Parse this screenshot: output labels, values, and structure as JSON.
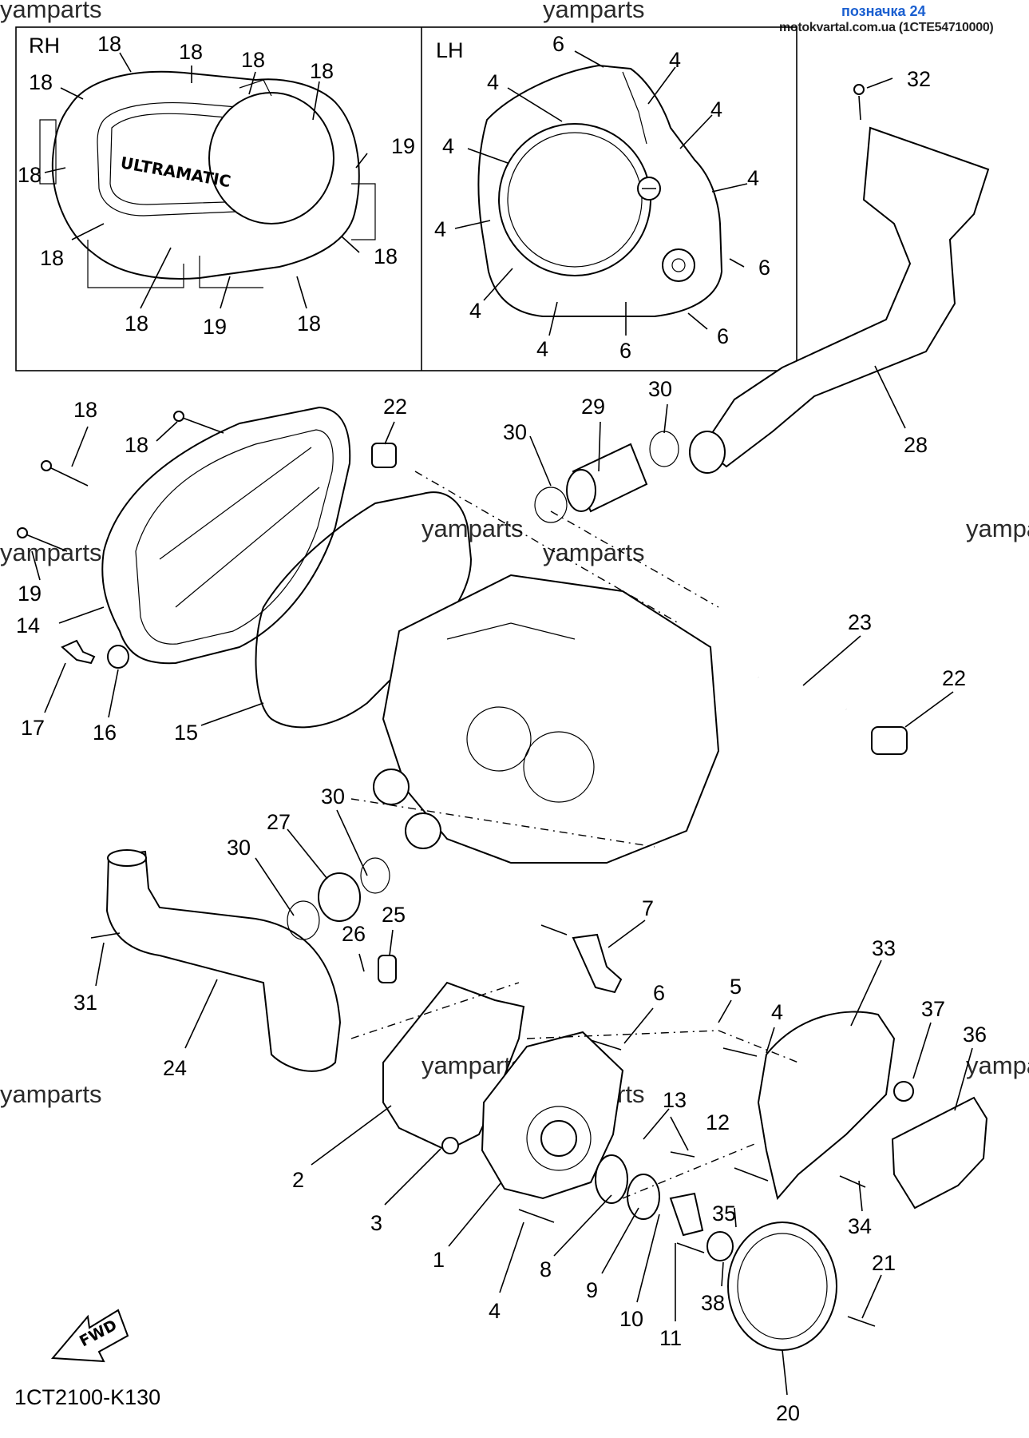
{
  "watermarks": [
    {
      "text": "yamparts"
    },
    {
      "text": "yamparts"
    },
    {
      "text": "yamparts"
    },
    {
      "text": "yamparts"
    },
    {
      "text": "yamparts"
    },
    {
      "text": "yamparts"
    },
    {
      "text": "yamparts"
    },
    {
      "text": "yamparts"
    },
    {
      "text": "yamparts"
    },
    {
      "text": "yamparts"
    },
    {
      "text": "yamparts"
    }
  ],
  "badge": {
    "label": "позначка 24",
    "source": "motokvartal.com.ua (1CTE54710000)",
    "color": "#1a5fd0"
  },
  "inset": {
    "rh_label": "RH",
    "lh_label": "LH",
    "cover_text": "ULTRAMATIC"
  },
  "fwd_label": "FWD",
  "diagram_code": "1CT2100-K130",
  "callouts": {
    "inset_rh": [
      "18",
      "18",
      "18",
      "18",
      "18",
      "19",
      "18",
      "18",
      "18",
      "18",
      "19",
      "18"
    ],
    "inset_lh": [
      "6",
      "4",
      "4",
      "4",
      "4",
      "4",
      "4",
      "4",
      "4",
      "6",
      "6",
      "6"
    ],
    "main": [
      "18",
      "18",
      "19",
      "14",
      "17",
      "16",
      "15",
      "22",
      "30",
      "29",
      "30",
      "28",
      "32",
      "23",
      "22",
      "30",
      "27",
      "30",
      "31",
      "24",
      "25",
      "26",
      "7",
      "6",
      "5",
      "4",
      "33",
      "37",
      "36",
      "2",
      "3",
      "1",
      "4",
      "8",
      "9",
      "10",
      "11",
      "12",
      "13",
      "35",
      "34",
      "38",
      "21",
      "20"
    ]
  }
}
